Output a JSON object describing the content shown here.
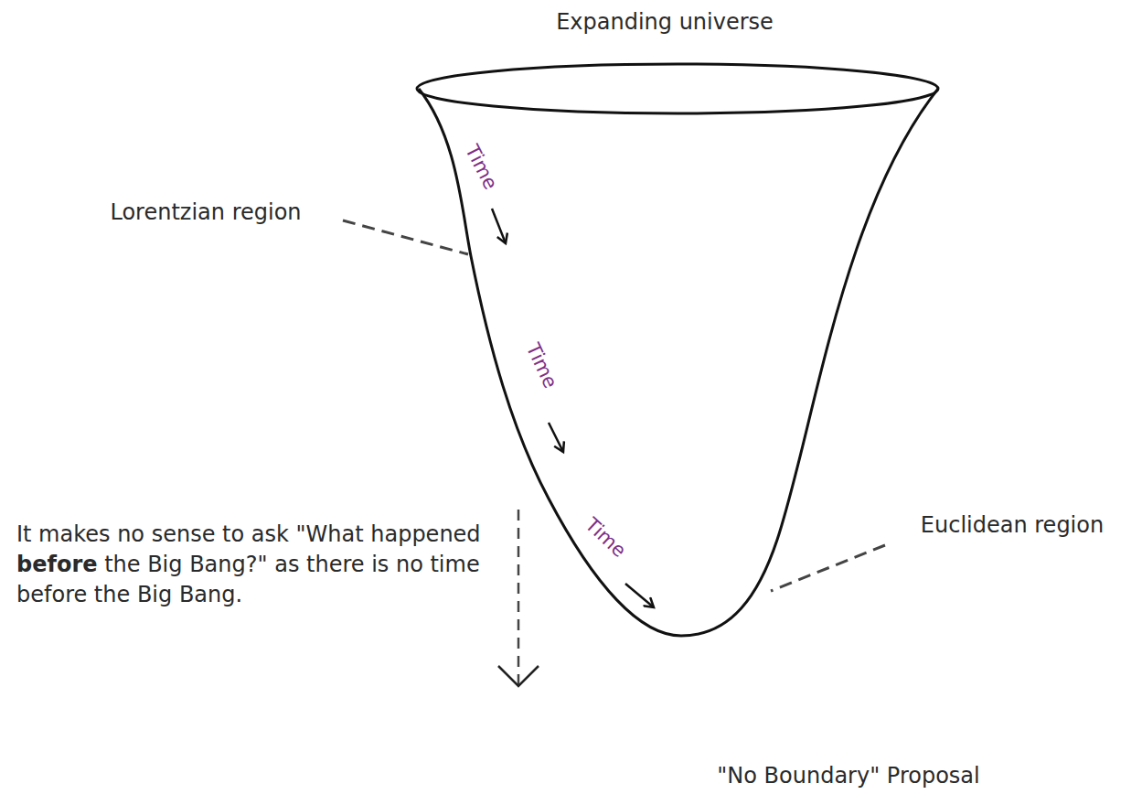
{
  "diagram": {
    "caption": "\"No Boundary\" Proposal",
    "labels": [
      "Expanding universe",
      "Time",
      "Time",
      "Time",
      "Lorentzian region",
      "Euclidean region",
      "It makes no sense to ask \"What happened",
      "before",
      "the Big Bang?\" as there is no time before the Big Bang."
    ]
  }
}
